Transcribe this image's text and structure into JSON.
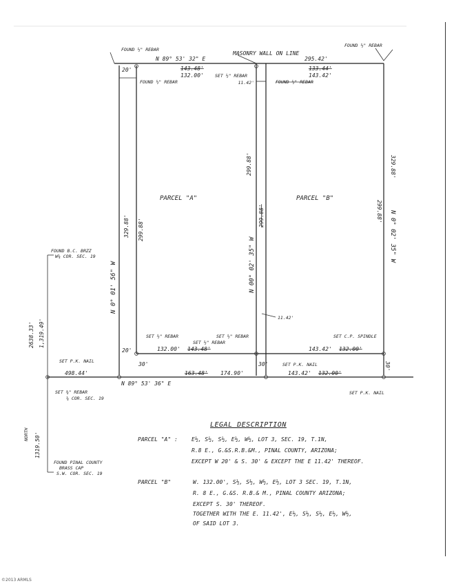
{
  "top_labels": {
    "found_rebar_left": "FOUND ½\" REBAR",
    "found_rebar_right": "FOUND ½\" REBAR",
    "bearing_top": "N 89° 53' 32\" E",
    "masonry_wall": "MASONRY WALL ON LINE",
    "top_total": "295.42'",
    "top_old_a": "143.48'",
    "top_a": "132.00'",
    "set_rebar_top": "SET ½\" REBAR",
    "found_rebar_inner": "FOUND ½\" REBAR",
    "top_old_b": "133.44'",
    "top_b": "143.42'",
    "found_rebar_b": "FOUND ½\" REBAR",
    "offset_left": "20'",
    "offset_mid": "11.42'"
  },
  "parcels": {
    "parcel_a": "PARCEL \"A\"",
    "parcel_b": "PARCEL \"B\""
  },
  "vertical_labels": {
    "left_outer_bearing": "N 0° 01' 56\" W",
    "left_outer_dist": "329.88'",
    "left_inner_dist": "299.88'",
    "mid_dist": "299.88'",
    "mid_bearing": "N 00° 02' 35\" W",
    "mid_old": "299.88'",
    "right_outer_dist": "329.88'",
    "right_inner_dist": "299.88'",
    "right_bearing": "N 0° 02' 35\" W",
    "west_dist": "2638.33'",
    "west_dist_alt": "1,319.49'",
    "north_dist": "1319.50'",
    "north_label": "NORTH"
  },
  "bottom_labels": {
    "set_rebar_a": "SET ½\" REBAR",
    "set_rebar_mid": "SET ½\" REBAR",
    "set_rebar_mid2": "SET ½\" REBAR",
    "set_spindle": "SET C.P. SPINDLE",
    "bottom_a": "132.00'",
    "bottom_a_old": "143.48'",
    "bottom_b": "143.42'",
    "bottom_b_old": "132.00'",
    "offset_bottom_left": "20'",
    "offset_mid_30_left": "30'",
    "offset_mid_30_right": "30'",
    "offset_right_30": "30'",
    "offset_mid_1142": "11.42'",
    "set_pk_nail_left": "SET P.K. NAIL",
    "set_pk_nail_mid": "SET P.K. NAIL",
    "set_pk_nail_right": "SET P.K. NAIL",
    "dist_49844": "498.44'",
    "south_old": "163.48'",
    "south_dist": "174.90'",
    "south_b": "143.42'",
    "south_b_old": "132.00'",
    "bearing_bottom": "N 89° 53' 36\" E"
  },
  "corner_labels": {
    "found_bc_line1": "FOUND B.C. BRZZ",
    "found_bc_line2": "W¼ COR. SEC. 19",
    "set_rebar_38": "SET ⅜\" REBAR",
    "quarter_cor": "¼ COR. SEC. 19",
    "found_pinal_1": "FOUND PINAL COUNTY",
    "found_pinal_2": "BRASS CAP",
    "found_pinal_3": "S.W. COR. SEC. 19"
  },
  "legal": {
    "heading": "LEGAL DESCRIPTION",
    "parcel_a_label": "PARCEL \"A\" :",
    "parcel_a_line1": "E½, S½, S½, E½, W½, LOT 3, SEC. 19, T.1N,",
    "parcel_a_line2": "R.8 E., G.&S.R.B.&M., PINAL COUNTY, ARIZONA;",
    "parcel_a_line3": "EXCEPT W 20' & S. 30' & EXCEPT THE E 11.42' THEREOF.",
    "parcel_b_label": "PARCEL \"B\"",
    "parcel_b_line1": "W. 132.00', S½, S½, W½, E½, LOT 3 SEC. 19, T.1N,",
    "parcel_b_line2": "R. 8 E., G.&S. R.B.& M., PINAL COUNTY ARIZONA;",
    "parcel_b_line3": "EXCEPT S. 30' THEREOF.",
    "parcel_b_line4": "TOGETHER WITH THE E. 11.42', E½, S½, S½, E½, W½,",
    "parcel_b_line5": "OF SAID LOT 3."
  },
  "footer": {
    "copyright": "©2013 ARMLS"
  }
}
